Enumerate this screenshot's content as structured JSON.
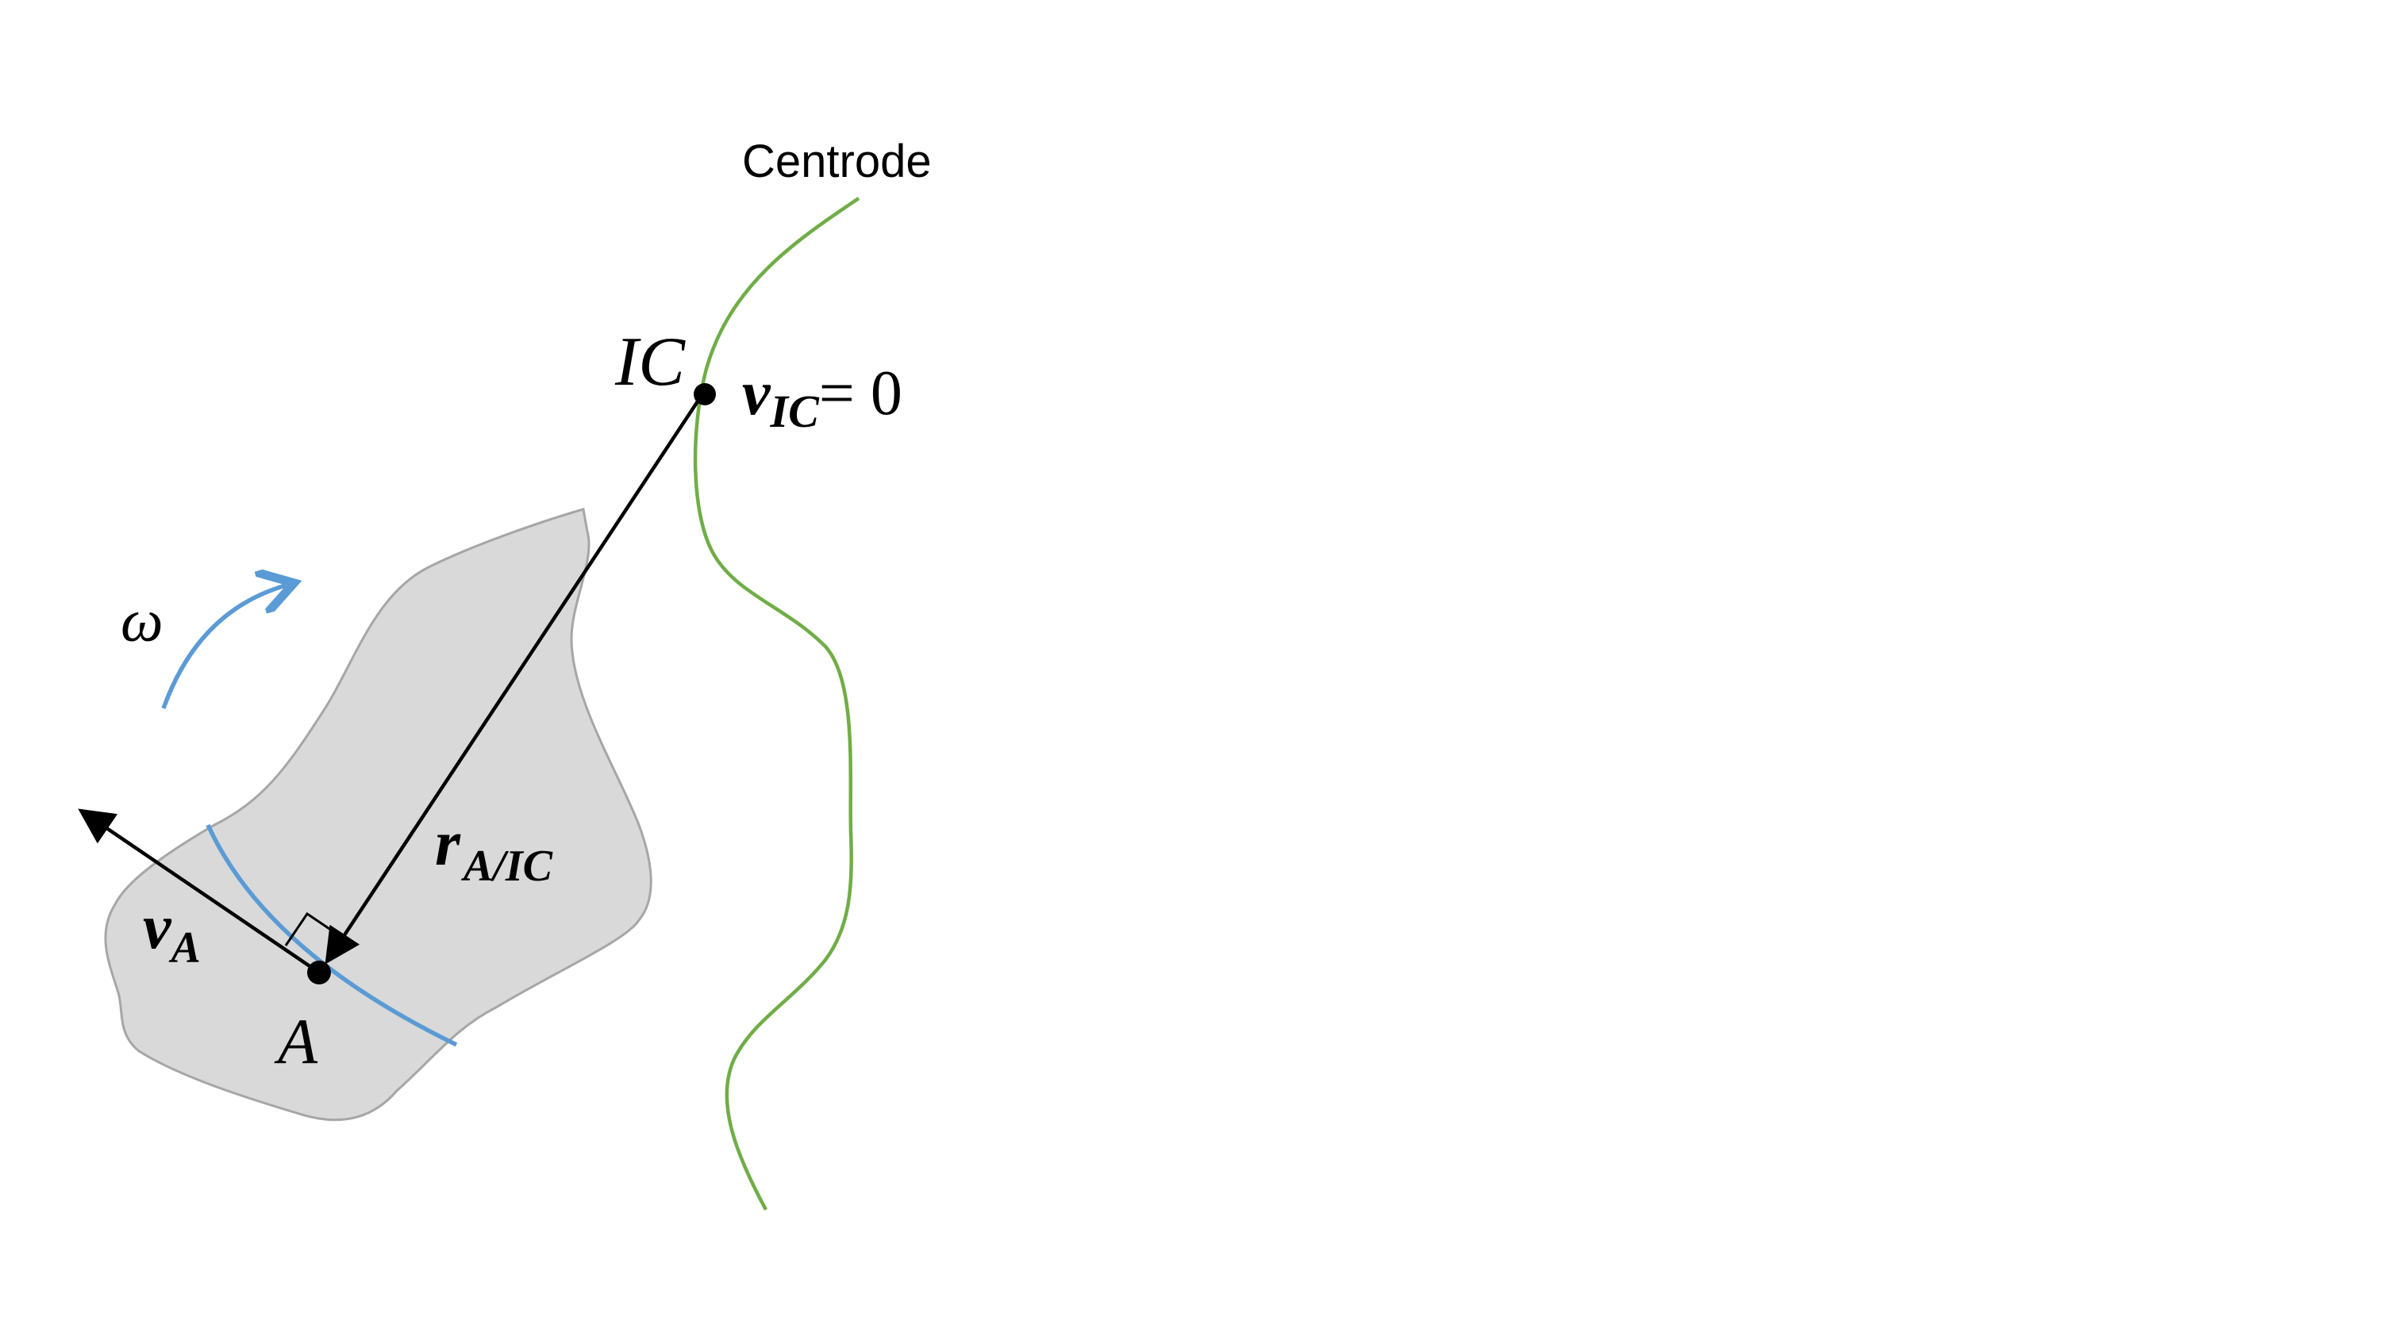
{
  "labels": {
    "centrode": "Centrode",
    "ic_point": "IC",
    "v_ic_symbol": "v",
    "v_ic_subscript": "IC",
    "v_ic_equals": "= 0",
    "omega": "ω",
    "r_symbol": "r",
    "r_subscript": "A/IC",
    "v_a_symbol": "v",
    "v_a_subscript": "A",
    "point_a": "A"
  },
  "colors": {
    "body_fill": "#d9d9d9",
    "body_stroke": "#a6a6a6",
    "centrode": "#70ad47",
    "rotation_arc": "#5b9bd5",
    "vectors": "#000000",
    "text": "#000000"
  }
}
